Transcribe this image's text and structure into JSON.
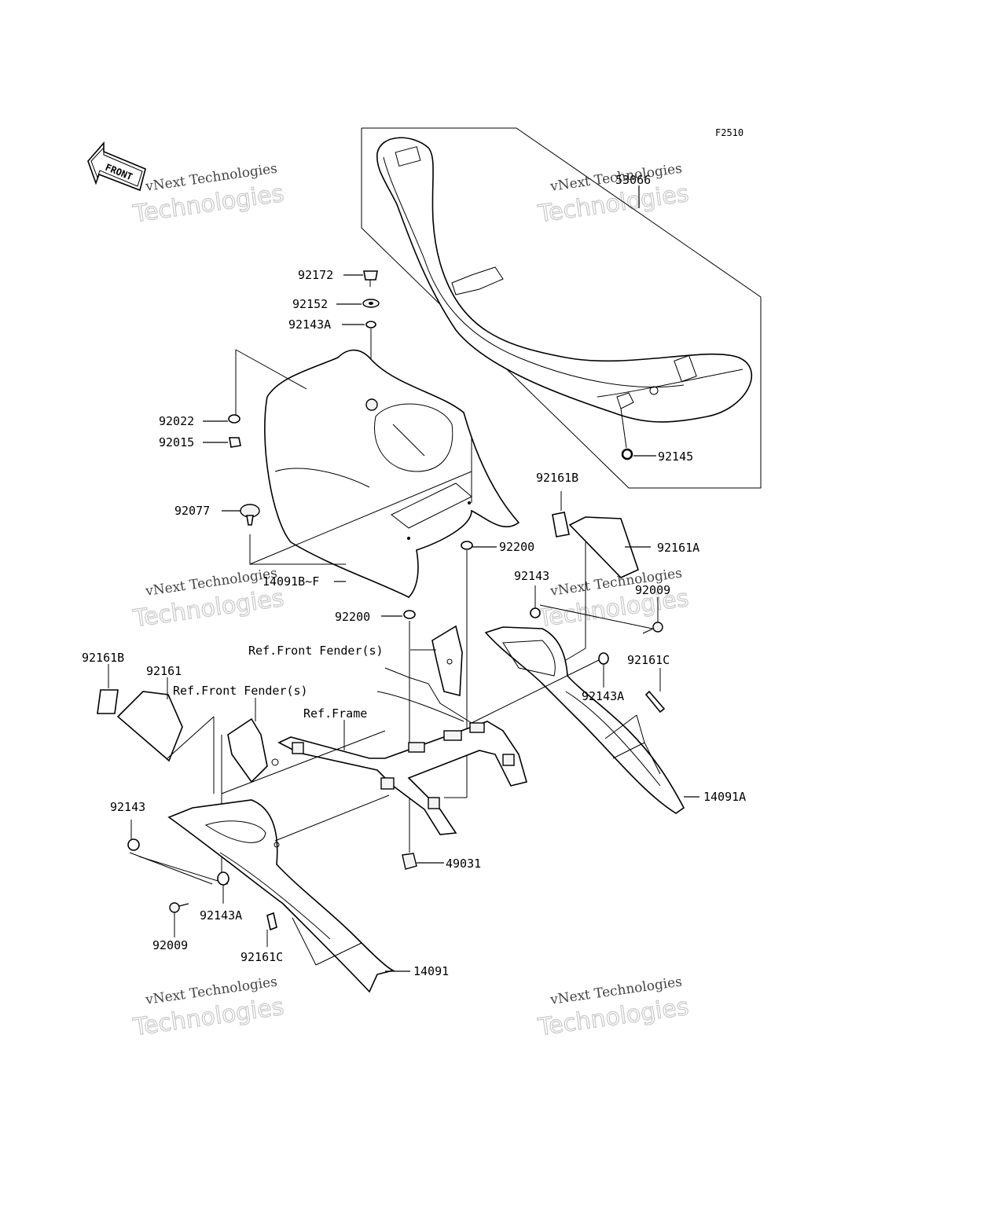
{
  "diagram": {
    "code": "F2510",
    "front_arrow": "FRONT",
    "watermark": {
      "line1": "vNext Technologies",
      "line2": "Technologies"
    },
    "labels": {
      "p53066": "53066",
      "p92172": "92172",
      "p92152": "92152",
      "p92143A_top": "92143A",
      "p92022": "92022",
      "p92015": "92015",
      "p92145": "92145",
      "p92161B_right": "92161B",
      "p92161A": "92161A",
      "p92077": "92077",
      "p92200_a": "92200",
      "p14091BF": "14091B~F",
      "p92143_right": "92143",
      "p92009_right": "92009",
      "p92200_b": "92200",
      "ref_front_fender_1": "Ref.Front Fender(s)",
      "p92161C_right": "92161C",
      "p92161B_left": "92161B",
      "p92161": "92161",
      "ref_front_fender_2": "Ref.Front Fender(s)",
      "p92143A_right": "92143A",
      "ref_frame": "Ref.Frame",
      "p14091A": "14091A",
      "p92143_left": "92143",
      "p49031": "49031",
      "p92143A_left": "92143A",
      "p92009_left": "92009",
      "p92161C_left": "92161C",
      "p14091": "14091"
    }
  }
}
